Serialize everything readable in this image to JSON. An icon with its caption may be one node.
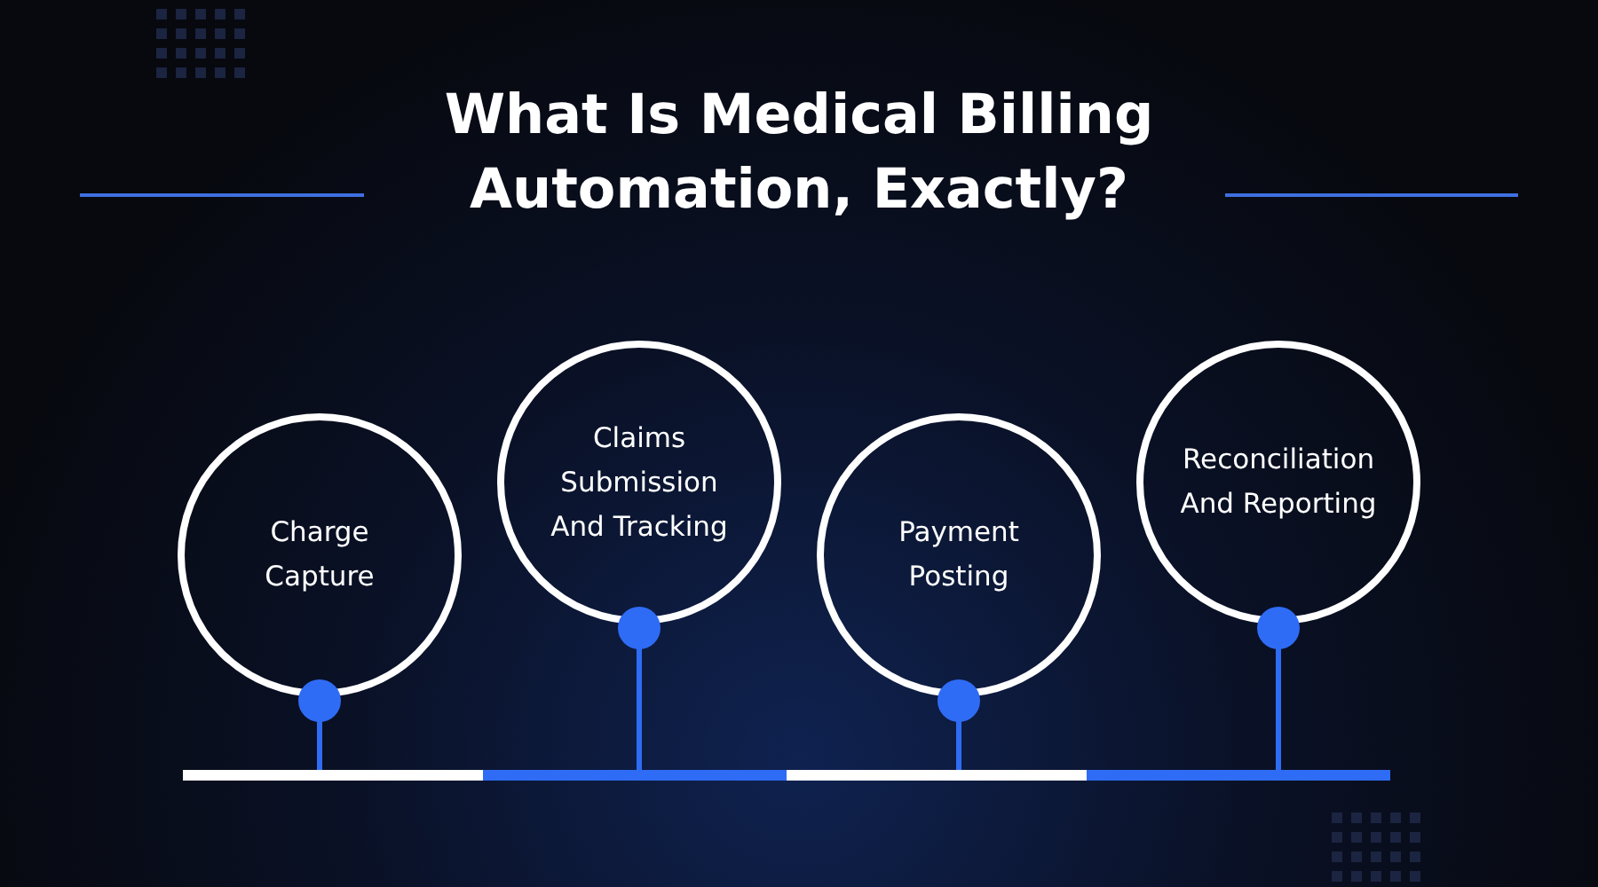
{
  "diagram": {
    "title": "What Is Medical Billing Automation, Exactly?",
    "nodes": [
      {
        "text": [
          "Charge Capture"
        ]
      },
      {
        "text": [
          "Claims Submission And Tracking"
        ]
      },
      {
        "text": [
          "Payment Posting"
        ]
      },
      {
        "text": [
          "Reconciliation And Reporting"
        ]
      },
      {
        "text": [],
        "shape": "bar"
      },
      {
        "text": [],
        "shape": "bar"
      },
      {
        "text": [],
        "shape": "bar"
      },
      {
        "text": [],
        "shape": "bar"
      }
    ],
    "edges": [
      {
        "from": 0,
        "to": 4,
        "arrow": "other"
      },
      {
        "from": 1,
        "to": 5,
        "arrow": "other"
      },
      {
        "from": 2,
        "to": 6,
        "arrow": "other"
      },
      {
        "from": 3,
        "to": 7,
        "arrow": "other"
      }
    ]
  }
}
